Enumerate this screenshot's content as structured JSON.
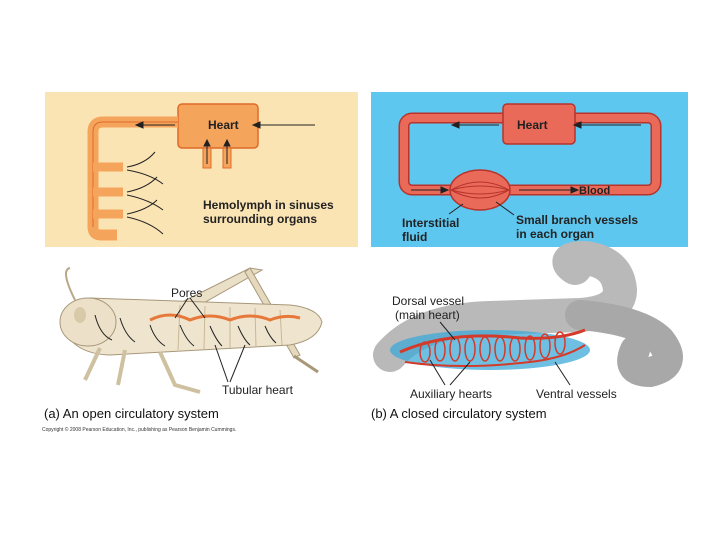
{
  "open_system": {
    "heart_label": "Heart",
    "hemolymph_line1": "Hemolymph in sinuses",
    "hemolymph_line2": "surrounding organs",
    "pores_label": "Pores",
    "tubular_heart_label": "Tubular heart",
    "caption": "(a) An open circulatory system",
    "colors": {
      "panel_bg": "#fbe4b4",
      "vessel": "#f5a45c",
      "vessel_stroke": "#e06a2a"
    }
  },
  "closed_system": {
    "heart_label": "Heart",
    "blood_label": "Blood",
    "interstitial_line1": "Interstitial",
    "interstitial_line2": "fluid",
    "branch_line1": "Small branch vessels",
    "branch_line2": "in each organ",
    "dorsal_line1": "Dorsal vessel",
    "dorsal_line2": "(main heart)",
    "auxiliary_label": "Auxiliary hearts",
    "ventral_label": "Ventral vessels",
    "caption": "(b) A closed circulatory system",
    "colors": {
      "panel_bg": "#5ec7f0",
      "vessel": "#ea6a5a",
      "vessel_stroke": "#b8332a"
    }
  },
  "copyright": "Copyright © 2008 Pearson Education, Inc., publishing as Pearson Benjamin Cummings."
}
